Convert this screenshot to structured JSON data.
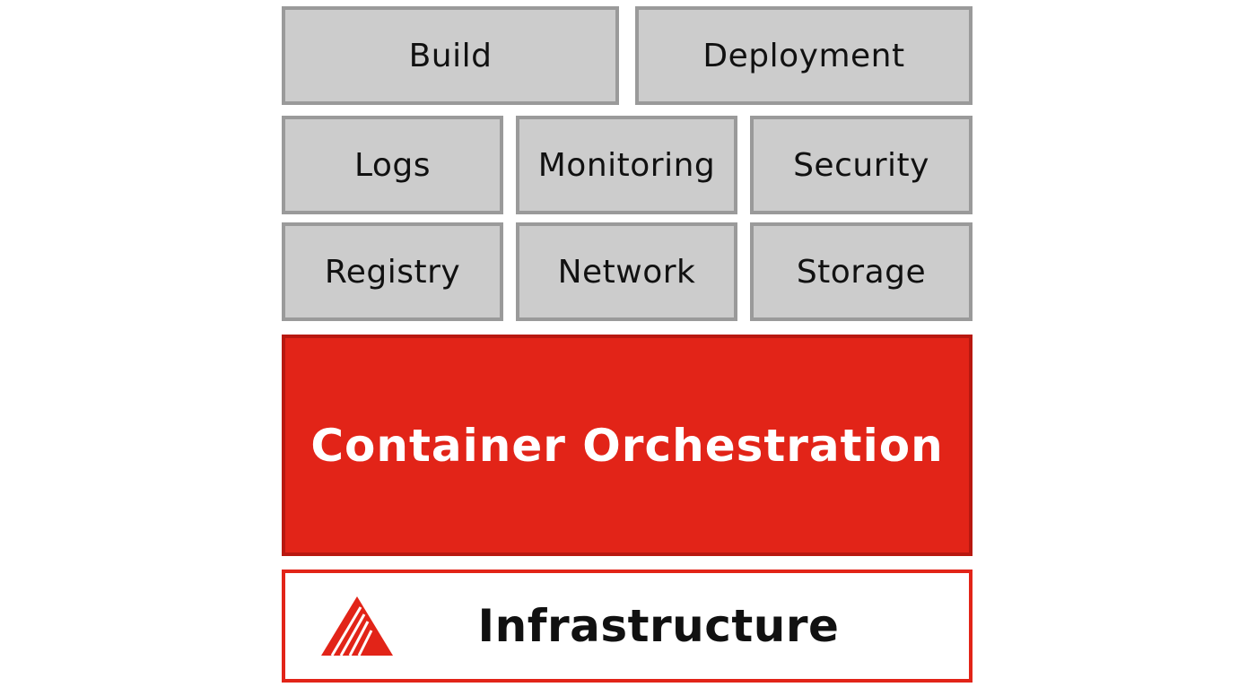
{
  "colors": {
    "box_fill": "#cccccc",
    "box_border": "#9a9a9a",
    "orchestration_fill": "#e22418",
    "infrastructure_border": "#e22418"
  },
  "stack": {
    "row1": [
      "Build",
      "Deployment"
    ],
    "row2": [
      "Logs",
      "Monitoring",
      "Security"
    ],
    "row3": [
      "Registry",
      "Network",
      "Storage"
    ],
    "orchestration": "Container Orchestration",
    "infrastructure": "Infrastructure",
    "infrastructure_icon": "red-triangle-logo-icon"
  }
}
